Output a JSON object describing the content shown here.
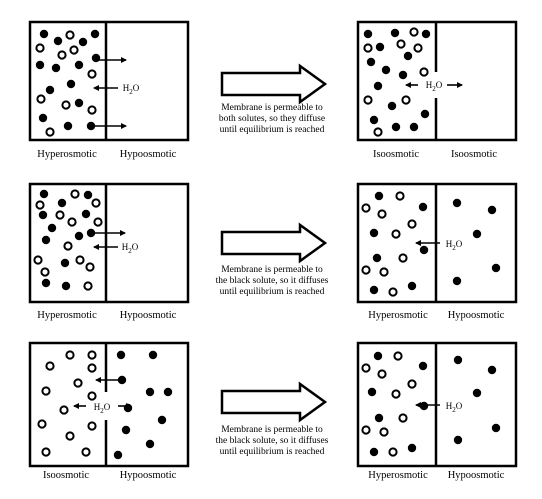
{
  "rows": [
    {
      "left_labels": [
        "Hyperosmotic",
        "Hypoosmotic"
      ],
      "right_labels": [
        "Isoosmotic",
        "Isoosmotic"
      ],
      "caption": [
        "Membrane is permeable to",
        "both solutes, so they diffuse",
        "until equilibrium is reached"
      ],
      "left_water": "H2O",
      "right_water": "H2O"
    },
    {
      "left_labels": [
        "Hyperosmotic",
        "Hypoosmotic"
      ],
      "right_labels": [
        "Hyperosmotic",
        "Hypoosmotic"
      ],
      "caption": [
        "Membrane is permeable to",
        "the black solute, so it diffuses",
        "until equilibrium is reached"
      ],
      "left_water": "H2O",
      "right_water": "H2O"
    },
    {
      "left_labels": [
        "Isoosmotic",
        "Hypoosmotic"
      ],
      "right_labels": [
        "Hyperosmotic",
        "Hypoosmotic"
      ],
      "caption": [
        "Membrane is permeable to",
        "the black solute, so it diffuses",
        "until equilibrium is reached"
      ],
      "left_water": "H2O",
      "right_water": "H2O"
    }
  ]
}
